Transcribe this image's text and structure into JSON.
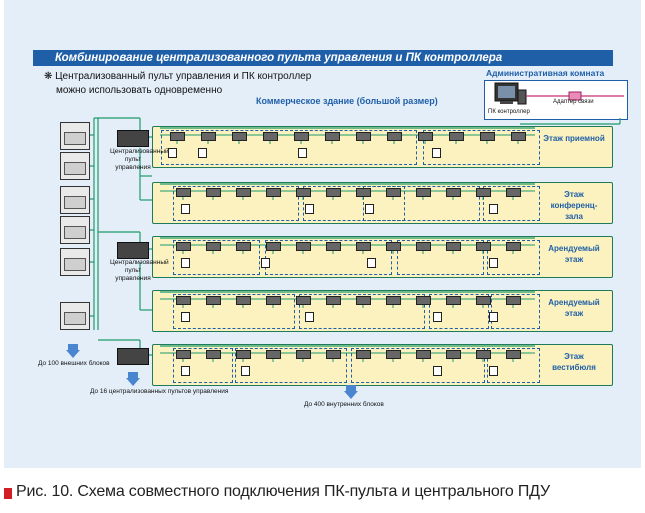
{
  "header": {
    "title": "Комбинирование централизованного пульта управления и ПК контроллера",
    "note_line1": "❋ Централизованный пульт управления и ПК контроллер",
    "note_line2": "можно использовать одновременно",
    "building_label": "Коммерческое здание (большой размер)"
  },
  "admin": {
    "title": "Административная комната",
    "adapter_label": "Адаптер связи",
    "pc_label": "ПК контроллер"
  },
  "floors": [
    {
      "label": "Этаж приемной"
    },
    {
      "label": "Этаж конференц-зала"
    },
    {
      "label": "Арендуемый этаж"
    },
    {
      "label": "Арендуемый этаж"
    },
    {
      "label": "Этаж вестибюля"
    }
  ],
  "controllers": {
    "label": "Централизованный пульт управления"
  },
  "notes": {
    "outdoor_limit": "До 100 внешних блоков",
    "controller_limit": "До 16 централизованных пультов управления",
    "indoor_limit": "До 400 внутренних блоков"
  },
  "caption": {
    "text": "Рис. 10. Схема совместного подключения ПК-пульта и центрального ПДУ"
  },
  "colors": {
    "banner": "#1f5fa8",
    "floor_fill": "#fbf2bf",
    "line_green": "#1d9a6a",
    "accent_red": "#d21e26",
    "panel_bg": "#e4eef9"
  }
}
